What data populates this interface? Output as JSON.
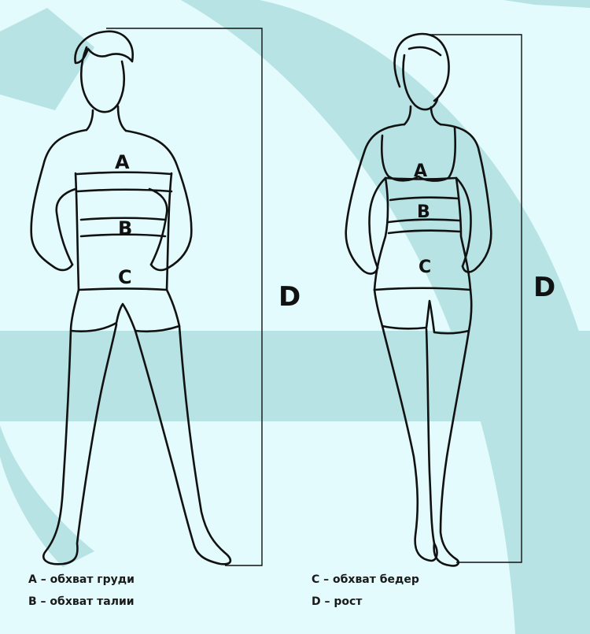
{
  "colors": {
    "background": "#e3fbfc",
    "watermark": "#b7e3e4",
    "ink": "#111111"
  },
  "figures": {
    "male": {
      "label_a": "A",
      "label_b": "B",
      "label_c": "C",
      "label_d": "D"
    },
    "female": {
      "label_a": "A",
      "label_b": "B",
      "label_c": "C",
      "label_d": "D"
    }
  },
  "legend": {
    "chest": "A – обхват груди",
    "waist": "B – обхват талии",
    "hips": "C – обхват бедер",
    "height": "D – рост"
  }
}
